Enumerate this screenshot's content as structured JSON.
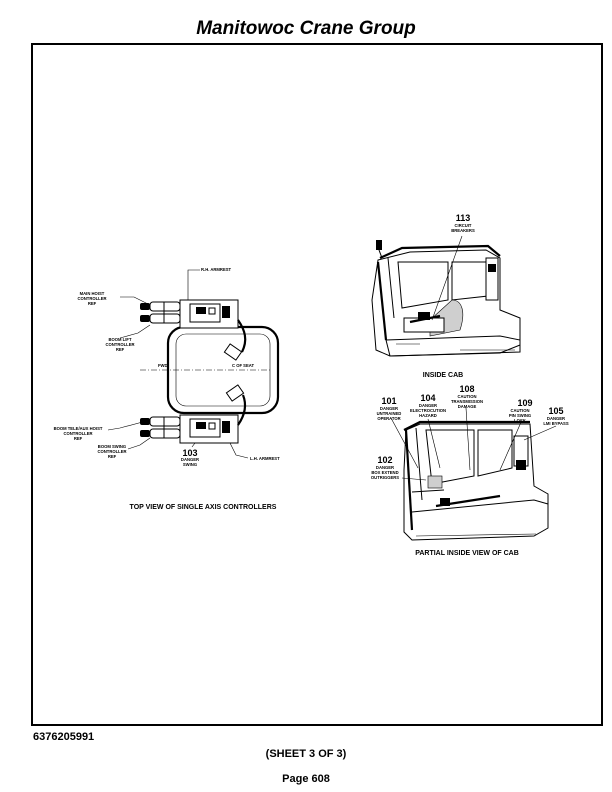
{
  "header": {
    "title": "Manitowoc Crane Group"
  },
  "footer": {
    "doc_number": "6376205991",
    "sheet": "(SHEET 3 OF 3)",
    "page": "Page 608"
  },
  "controllers": {
    "caption": "TOP VIEW OF SINGLE AXIS CONTROLLERS",
    "rh_armrest": "R.H. ARMREST",
    "lh_armrest": "L.H. ARMREST",
    "main_hoist_1": "MAIN HOIST",
    "main_hoist_2": "CONTROLLER",
    "main_hoist_3": "REF",
    "boom_lift_1": "BOOM LIFT",
    "boom_lift_2": "CONTROLLER",
    "boom_lift_3": "REF",
    "boom_tele_1": "BOOM TELE/AUX HOIST",
    "boom_tele_2": "CONTROLLER",
    "boom_tele_3": "REF",
    "boom_swing_1": "BOOM SWING",
    "boom_swing_2": "CONTROLLER",
    "boom_swing_3": "REF",
    "decal_103_num": "103",
    "decal_103_1": "DANGER",
    "decal_103_2": "SWING",
    "seat_fwd": "FWD",
    "seat_cl": "C OF SEAT"
  },
  "inside_cab": {
    "caption": "INSIDE CAB",
    "decal_113_num": "113",
    "decal_113_1": "CIRCUIT",
    "decal_113_2": "BREAKERS"
  },
  "partial_cab": {
    "caption": "PARTIAL INSIDE VIEW OF CAB",
    "d101_num": "101",
    "d101_1": "DANGER",
    "d101_2": "UNTRAINED",
    "d101_3": "OPERATOR",
    "d104_num": "104",
    "d104_1": "DANGER",
    "d104_2": "ELECTROCUTION",
    "d104_3": "HAZARD",
    "d108_num": "108",
    "d108_1": "CAUTION",
    "d108_2": "TRANSMISSION",
    "d108_3": "DAMAGE",
    "d109_num": "109",
    "d109_1": "CAUTION",
    "d109_2": "PIN SWING",
    "d109_3": "LOCK",
    "d105_num": "105",
    "d105_1": "DANGER",
    "d105_2": "LMI BYPASS",
    "d102_num": "102",
    "d102_1": "DANGER",
    "d102_2": "BOX EXTEND",
    "d102_3": "OUTRIGGERS"
  }
}
